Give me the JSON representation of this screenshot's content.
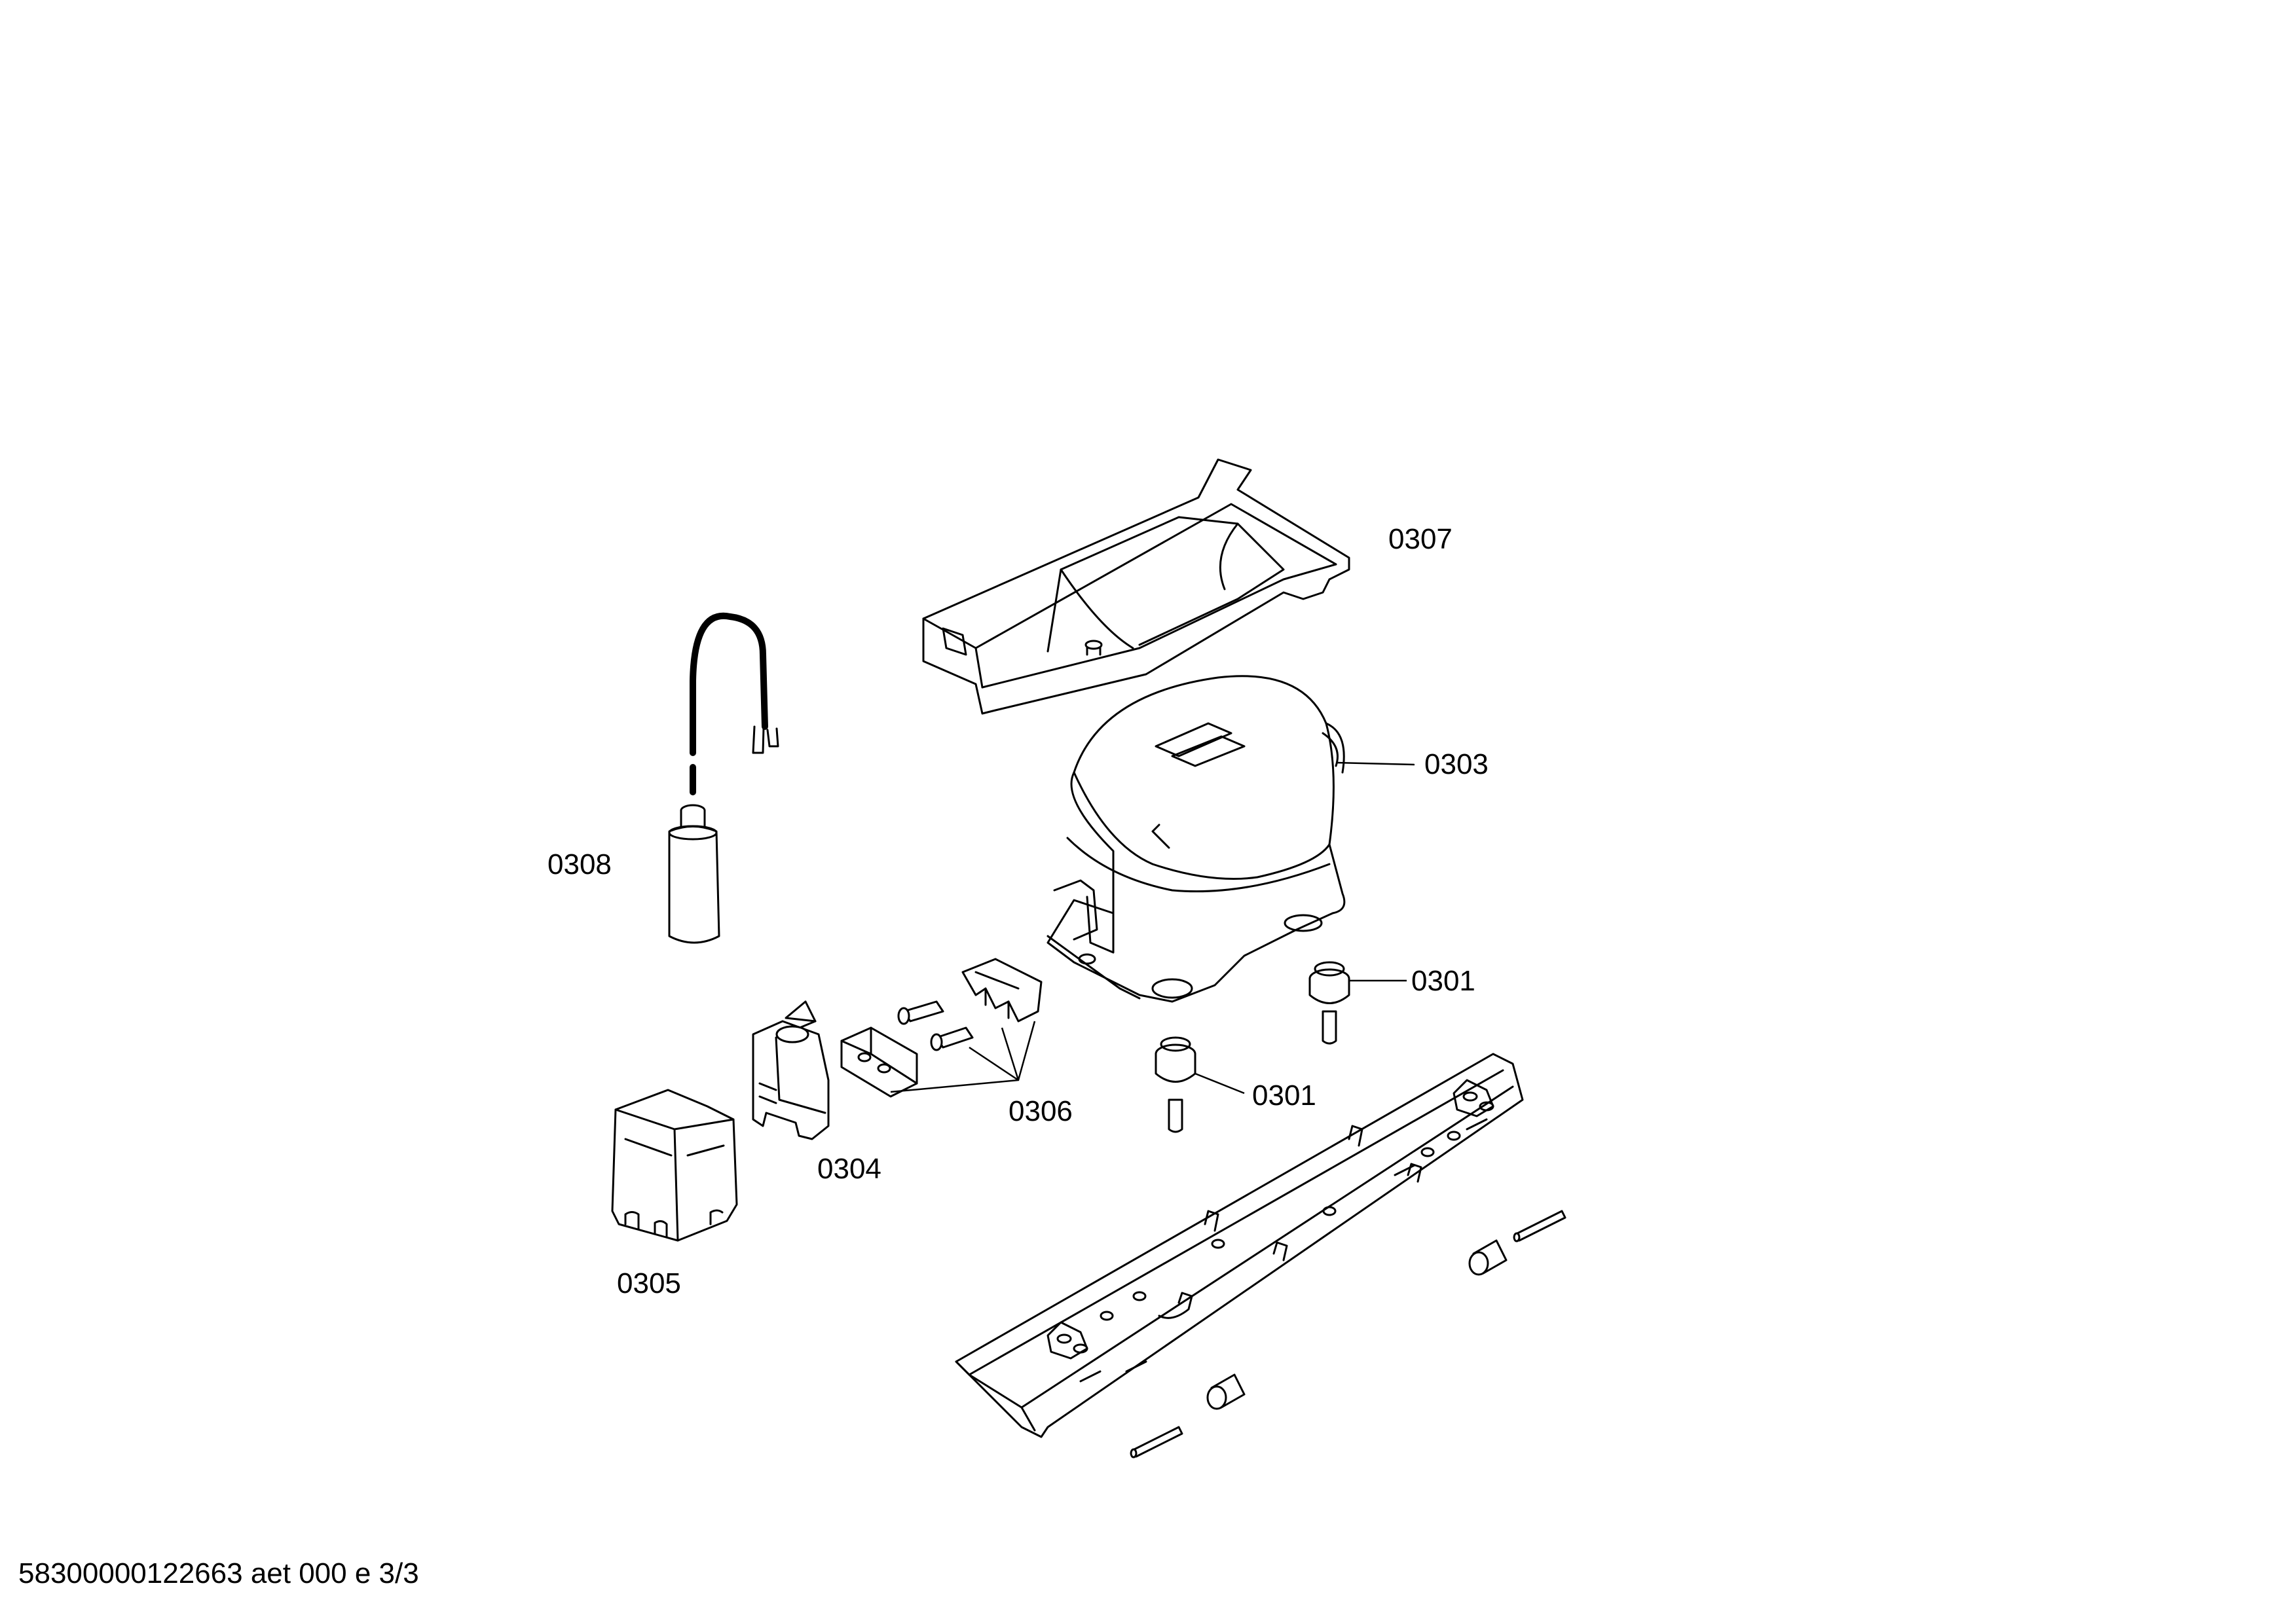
{
  "labels": {
    "p0307": "0307",
    "p0303": "0303",
    "p0308": "0308",
    "p0301a": "0301",
    "p0301b": "0301",
    "p0306": "0306",
    "p0304": "0304",
    "p0305": "0305"
  },
  "footer": "58300000122663 aet 000 e 3/3"
}
